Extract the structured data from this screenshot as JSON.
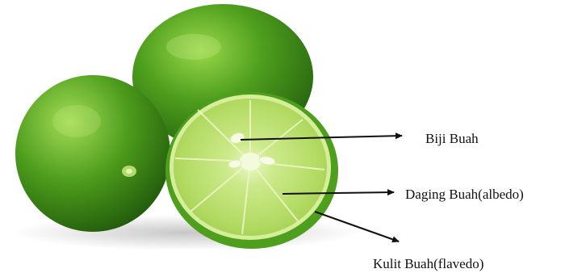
{
  "labels": {
    "seed": "Biji Buah",
    "albedo": "Daging Buah(albedo)",
    "flavedo": "Kulit Buah(flavedo)"
  },
  "colors": {
    "background": "#ffffff",
    "lime_dark": "#2f7d14",
    "lime_mid": "#5eaa24",
    "lime_light": "#8fcf3c",
    "pulp": "#b9df6a",
    "pith": "#eef7c9",
    "arrow": "#111111"
  }
}
